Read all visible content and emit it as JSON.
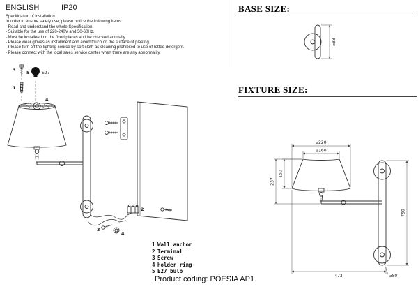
{
  "header": {
    "language": "ENGLISH",
    "rating": "IP20"
  },
  "instructions": {
    "title": "Specification of installation",
    "intro": "In order to ensure safety use, please notice the following items:",
    "items": [
      "- Read and understand the whole Specification.",
      "- Suitable for the use of 220-240V and 50-60Hz.",
      "- Must be installeed on the fixed places and be checked annually",
      "- Please wear gloves as installment and avoid touch on the surface of plaetng.",
      "- Please turn off the lighting source by soft cloth as cleaning prohibited to use of rotted detergent.",
      "- Please connect with the local sales service center when there are any abnormality."
    ]
  },
  "diagram": {
    "bulb_label": "E27",
    "callouts": {
      "wall_anchor": "1",
      "terminal": "2",
      "screw": "3",
      "holder_ring": "4",
      "bulb": "5"
    }
  },
  "parts_list": {
    "items": [
      {
        "num": "1",
        "name": "Wall anchor"
      },
      {
        "num": "2",
        "name": "Terminal"
      },
      {
        "num": "3",
        "name": "Screw"
      },
      {
        "num": "4",
        "name": "Holder ring"
      },
      {
        "num": "5",
        "name": "E27 bulb"
      }
    ]
  },
  "base_size": {
    "title": "BASE SIZE:",
    "dim_diameter": "⌀88"
  },
  "fixture_size": {
    "title": "FIXTURE SIZE:",
    "dims": {
      "top_diameter": "⌀220",
      "inner_diameter": "⌀160",
      "shade_height": "150",
      "upper_height": "237",
      "total_height": "750",
      "width": "473",
      "base_diameter": "⌀80"
    }
  },
  "footer": {
    "product_coding": "Product coding: POESIA AP1"
  }
}
